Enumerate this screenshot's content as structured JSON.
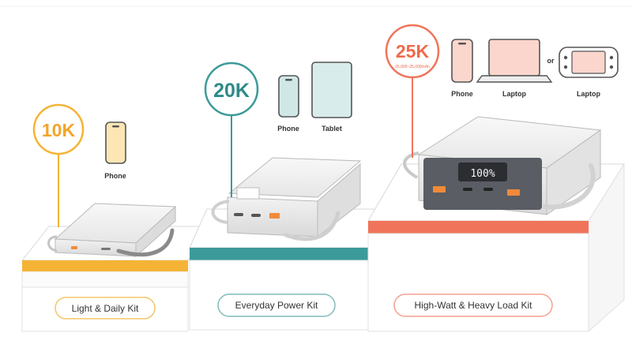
{
  "tiers": [
    {
      "capacity": "10K",
      "devices": [
        "Phone"
      ],
      "kit_label": "Light & Daily Kit",
      "accent": "#f5b335"
    },
    {
      "capacity": "20K",
      "devices": [
        "Phone",
        "Tablet"
      ],
      "kit_label": "Everyday Power Kit",
      "accent": "#3c9a9a"
    },
    {
      "capacity": "25K",
      "capacity_sub": "25,000–25,000mAh",
      "devices": [
        "Phone",
        "Laptop",
        "Laptop"
      ],
      "connector": "or",
      "display_readout": "100%",
      "kit_label": "High-Watt & Heavy Load Kit",
      "accent": "#f0745a"
    }
  ]
}
